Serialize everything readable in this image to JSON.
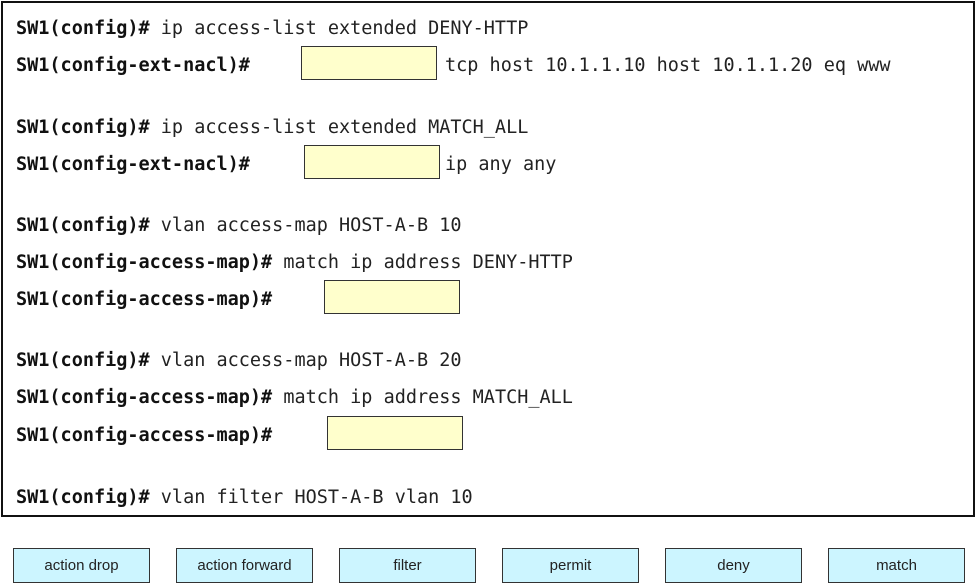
{
  "config_lines": [
    {
      "prompt": "SW1(config)#",
      "command": " ip access-list extended DENY-HTTP"
    },
    {
      "prompt": "SW1(config-ext-nacl)#",
      "command": "",
      "after_slot": "tcp host 10.1.1.10 host 10.1.1.20 eq www"
    },
    {
      "prompt": "SW1(config)#",
      "command": " ip access-list extended MATCH_ALL"
    },
    {
      "prompt": "SW1(config-ext-nacl)#",
      "command": "",
      "after_slot": "ip any any"
    },
    {
      "prompt": "SW1(config)#",
      "command": " vlan access-map HOST-A-B 10"
    },
    {
      "prompt": "SW1(config-access-map)#",
      "command": " match ip address DENY-HTTP"
    },
    {
      "prompt": "SW1(config-access-map)#",
      "command": ""
    },
    {
      "prompt": "SW1(config)#",
      "command": " vlan access-map HOST-A-B 20"
    },
    {
      "prompt": "SW1(config-access-map)#",
      "command": " match ip address MATCH_ALL"
    },
    {
      "prompt": "SW1(config-access-map)#",
      "command": ""
    },
    {
      "prompt": "SW1(config)#",
      "command": " vlan filter HOST-A-B vlan 10"
    }
  ],
  "options": [
    {
      "label": "action drop"
    },
    {
      "label": "action forward"
    },
    {
      "label": "filter"
    },
    {
      "label": "permit"
    },
    {
      "label": "deny"
    },
    {
      "label": "match"
    }
  ],
  "colors": {
    "drop_slot_fill": "#ffffcc",
    "option_fill": "#ccf5ff",
    "border": "#333333"
  }
}
